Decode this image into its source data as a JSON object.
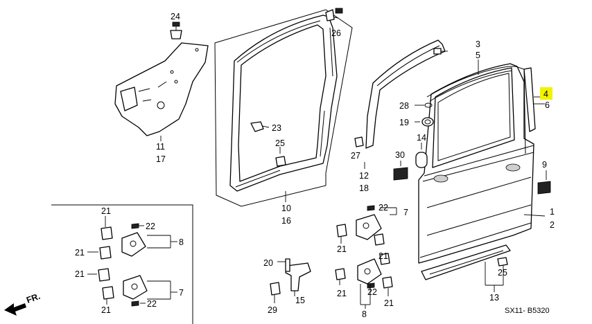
{
  "labels": {
    "n24": "24",
    "n26": "26",
    "n11": "11",
    "n17": "17",
    "n23": "23",
    "n25a": "25",
    "n10": "10",
    "n16": "16",
    "n27": "27",
    "n12": "12",
    "n18": "18",
    "n3": "3",
    "n5": "5",
    "n4": "4",
    "n6": "6",
    "n28": "28",
    "n19": "19",
    "n14": "14",
    "n30": "30",
    "n9": "9",
    "n1": "1",
    "n2": "2",
    "n22a": "22",
    "n7a": "7",
    "n21a": "21",
    "n21b": "21",
    "n8a": "8",
    "n22b": "22",
    "n21c": "21",
    "n25b": "25",
    "n13": "13",
    "n20": "20",
    "n29": "29",
    "n15": "15",
    "i21a": "21",
    "i22a": "22",
    "i21b": "21",
    "i8": "8",
    "i21c": "21",
    "i21d": "21",
    "i7": "7",
    "i22b": "22"
  },
  "direction_label": "FR.",
  "reference_code": "SX11- B5320",
  "highlight_color": "#f2f200"
}
